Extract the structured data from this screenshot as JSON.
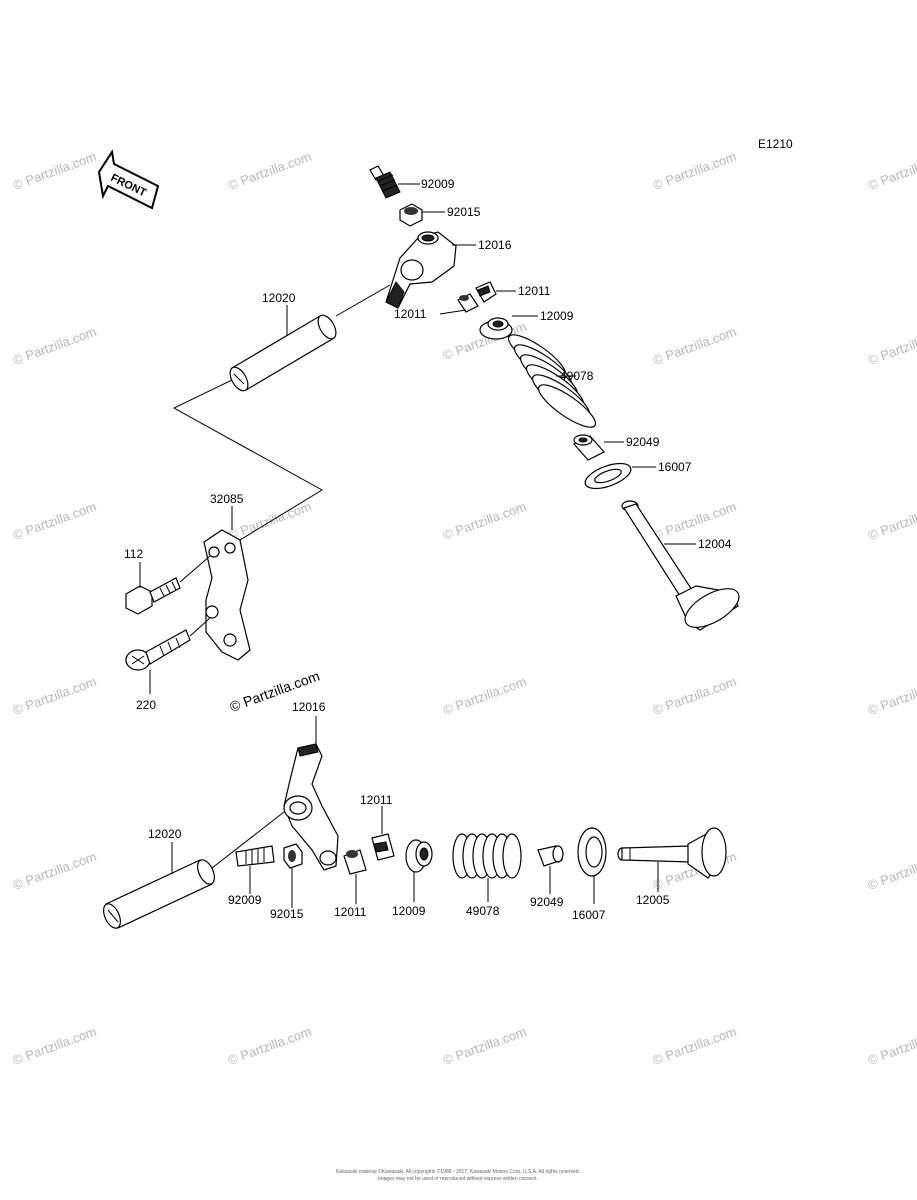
{
  "diagram": {
    "code": "E1210",
    "front_label": "FRONT",
    "watermark": "© Partzilla.com",
    "footer": [
      "Kawasaki material ©Kawasaki. All copyrights ©1988 - 2017, Kawasaki Motors Corp, U.S.A.  All rights reserved.",
      "Images may not be used or reproduced without express written consent."
    ],
    "labels": {
      "top_92009": "92009",
      "top_92015": "92015",
      "top_12016": "12016",
      "top_12011a": "12011",
      "top_12011b": "12011",
      "top_12009": "12009",
      "top_12020": "12020",
      "top_49078": "49078",
      "top_92049": "92049",
      "top_16007": "16007",
      "top_12004": "12004",
      "mid_32085": "32085",
      "mid_112": "112",
      "mid_220": "220",
      "bot_12016": "12016",
      "bot_12011a": "12011",
      "bot_12020": "12020",
      "bot_92009": "92009",
      "bot_92015": "92015",
      "bot_12011b": "12011",
      "bot_12009": "12009",
      "bot_49078": "49078",
      "bot_92049": "92049",
      "bot_16007": "16007",
      "bot_12005": "12005"
    }
  }
}
